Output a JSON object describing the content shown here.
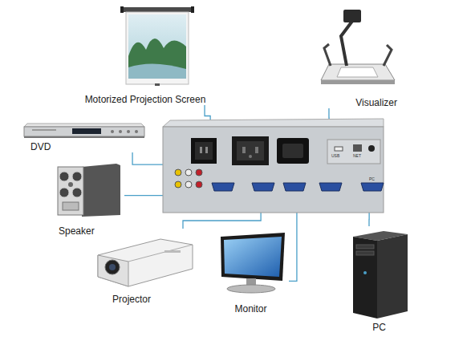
{
  "diagram": {
    "nodes": [
      {
        "text": [
          "Motorized Projection Screen"
        ]
      },
      {
        "text": [
          "Visualizer"
        ]
      },
      {
        "text": [
          "DVD"
        ]
      },
      {
        "text": [
          "USB",
          "NET",
          "PC"
        ]
      },
      {
        "text": [
          "Speaker"
        ]
      },
      {
        "text": [
          "Projector"
        ]
      },
      {
        "text": [
          "Monitor"
        ]
      },
      {
        "text": [
          "PC"
        ]
      }
    ],
    "edges": [
      {
        "from": 3,
        "to": 0,
        "arrow": "none"
      },
      {
        "from": 3,
        "to": 1,
        "arrow": "none"
      },
      {
        "from": 3,
        "to": 2,
        "arrow": "none"
      },
      {
        "from": 3,
        "to": 4,
        "arrow": "none"
      },
      {
        "from": 3,
        "to": 5,
        "arrow": "none"
      },
      {
        "from": 3,
        "to": 6,
        "arrow": "none"
      },
      {
        "from": 3,
        "to": 7,
        "arrow": "none"
      }
    ]
  }
}
